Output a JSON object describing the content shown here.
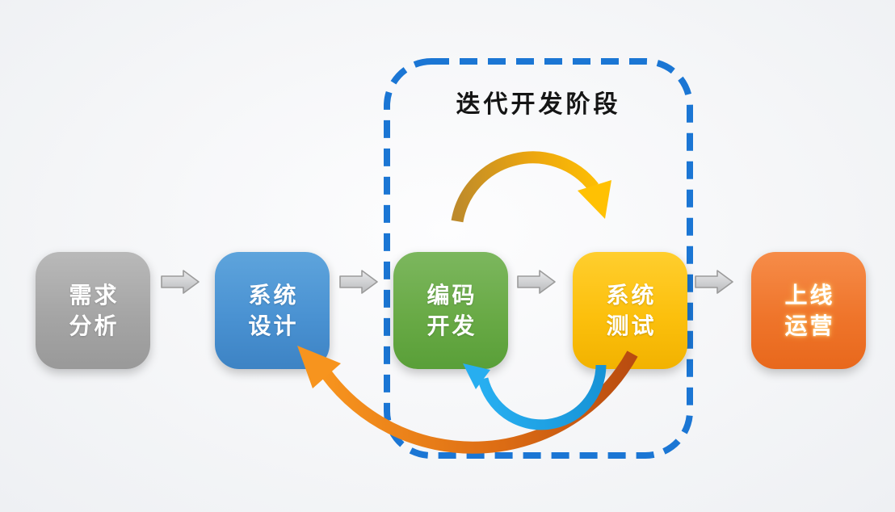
{
  "diagram": {
    "phase_title": "迭代开发阶段",
    "stages": [
      {
        "id": "requirements",
        "line1": "需求",
        "line2": "分析",
        "color": "#a6a6a6"
      },
      {
        "id": "design",
        "line1": "系统",
        "line2": "设计",
        "color": "#4a92d2"
      },
      {
        "id": "coding",
        "line1": "编码",
        "line2": "开发",
        "color": "#69aa46"
      },
      {
        "id": "testing",
        "line1": "系统",
        "line2": "测试",
        "color": "#fcc00d"
      },
      {
        "id": "launch",
        "line1": "上线",
        "line2": "运营",
        "color": "#ef752b"
      }
    ],
    "colors": {
      "iteration_boundary": "#1b76d4",
      "flow_arrow": "#c9c9c9",
      "loop_forward_arrow": "#ffc103",
      "loop_back_arrow": "#27aef0",
      "rework_arrow": "#f7941e"
    }
  }
}
